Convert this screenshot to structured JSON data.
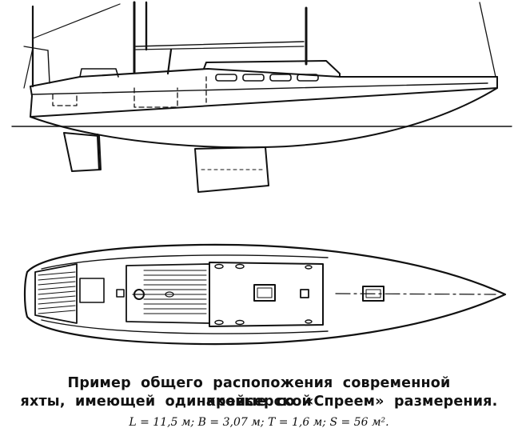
{
  "caption": {
    "line1": "Пример общего распопожения современной крейсерской",
    "line2": "яхты, имеющей одинаковые со «Спреем» размерения.",
    "dimensions": "L = 11,5 м; B = 3,07 м; T = 1,6 м; S = 56 м²."
  },
  "colors": {
    "ink": "#111111",
    "paper": "#ffffff",
    "hatch": "#222222"
  },
  "icons": [
    "ship-wheel-icon",
    "hatch-icon",
    "mast-icon"
  ]
}
